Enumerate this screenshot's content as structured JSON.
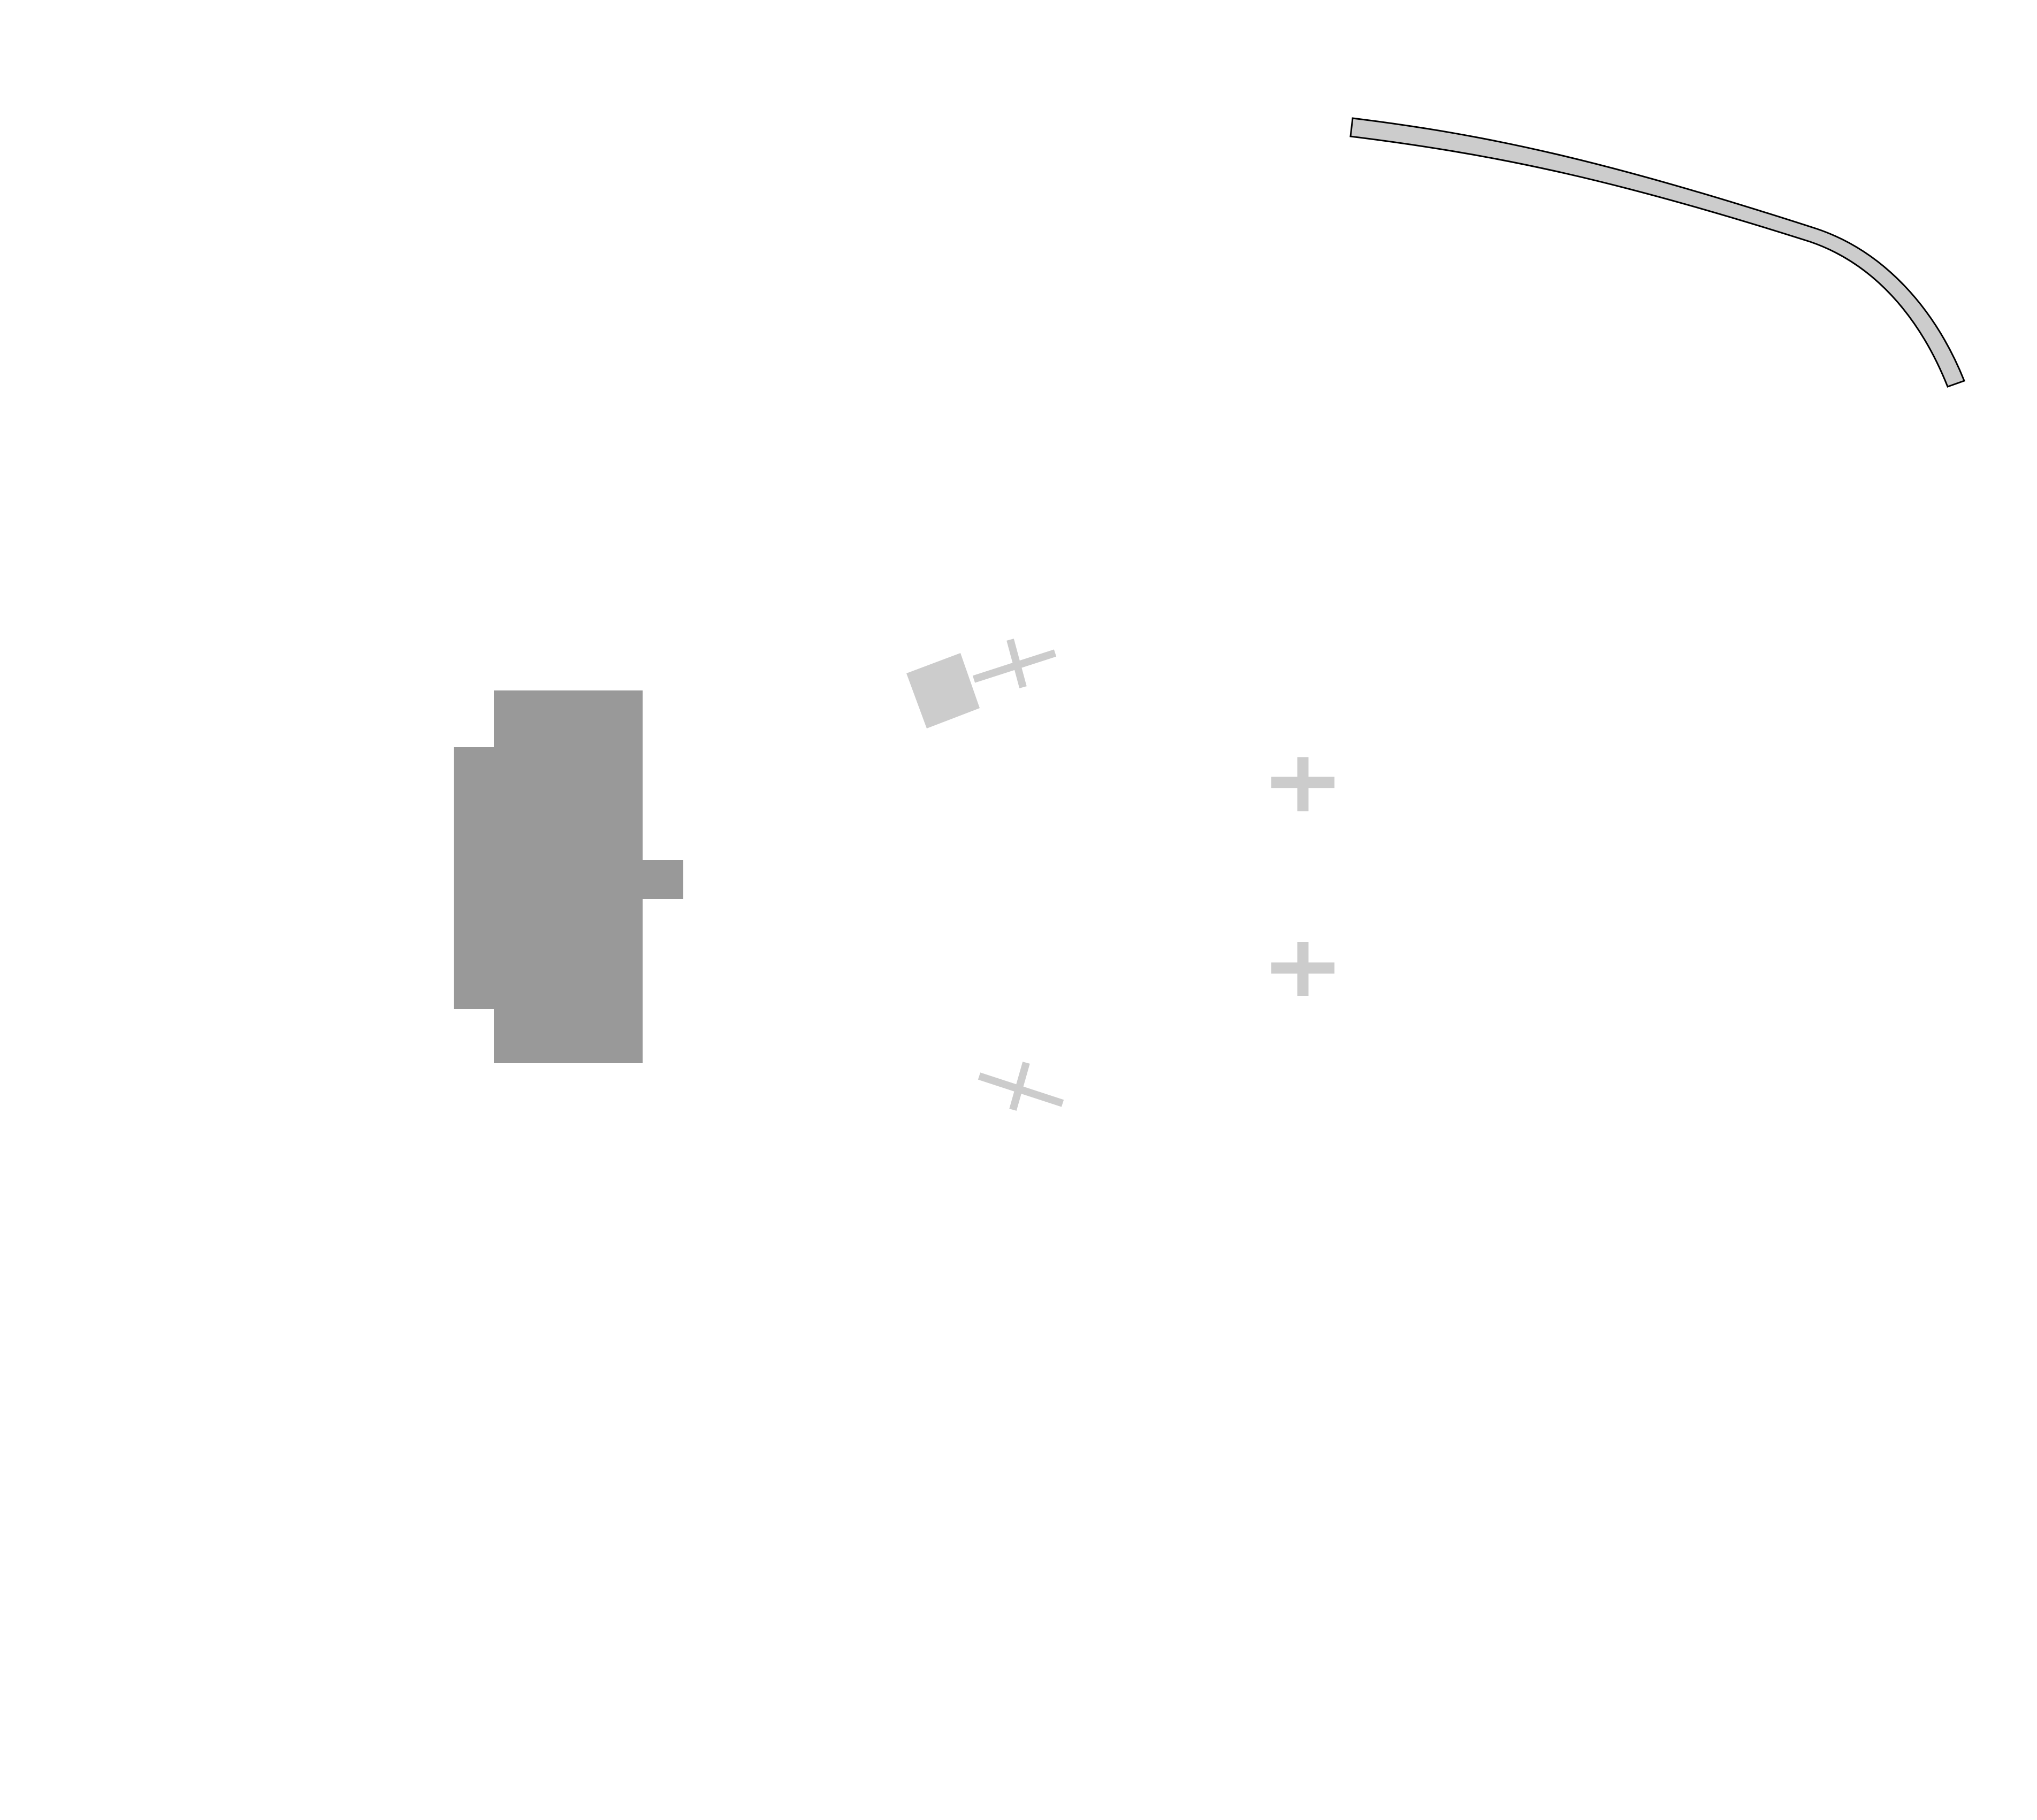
{
  "scene": {
    "background": "#ffffff",
    "colors": {
      "main_block": "#999999",
      "light_shape": "#cccccc",
      "outline": "#000000"
    },
    "elements": [
      {
        "kind": "curved-wall",
        "icon": "curved-rail-icon"
      },
      {
        "kind": "main-block",
        "icon": "rectangular-block-icon"
      },
      {
        "kind": "small-square",
        "icon": "rotated-square-icon"
      },
      {
        "kind": "cross-marker",
        "icon": "tilted-plus-icon",
        "count": 2
      },
      {
        "kind": "cross-marker",
        "icon": "plus-icon",
        "count": 2
      }
    ]
  }
}
